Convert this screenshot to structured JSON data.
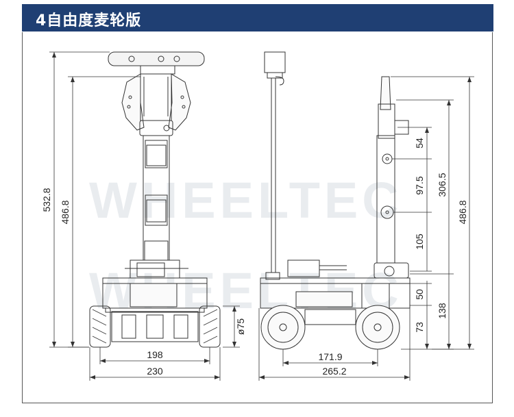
{
  "header": {
    "title": "4自由度麦轮版"
  },
  "watermark": "WHEELTEC",
  "front_view": {
    "overall_height": "532.8",
    "arm_height": "486.8",
    "wheel_diameter": "ø75",
    "track_inner": "198",
    "width": "230"
  },
  "side_view": {
    "seg_top": "54",
    "seg_upper": "97.5",
    "seg_lower": "105",
    "seg_chassis_top": "50",
    "seg_wheel": "73",
    "chassis_height": "138",
    "arm_reach": "306.5",
    "arm_height": "486.8",
    "wheelbase": "171.9",
    "length": "265.2"
  }
}
